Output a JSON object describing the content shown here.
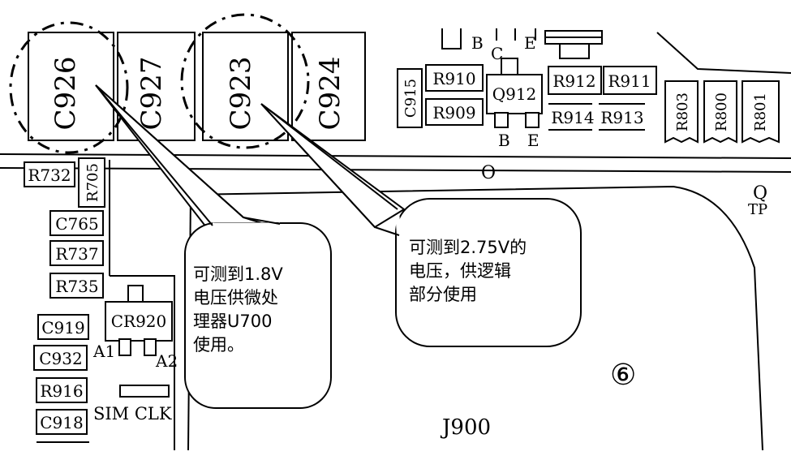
{
  "capacitors_large": [
    "C926",
    "C927",
    "C923",
    "C924"
  ],
  "left_column": {
    "r732": "R732",
    "r705": "R705",
    "c765": "C765",
    "r737": "R737",
    "r735": "R735",
    "c919": "C919",
    "c932": "C932",
    "r916": "R916",
    "c918": "C918"
  },
  "diode": {
    "name": "CR920",
    "pin_a1": "A1",
    "pin_a2": "A2"
  },
  "sim_clk": "SIM CLK",
  "top_row": {
    "c915": "C915",
    "r910": "R910",
    "r909": "R909",
    "q912": "Q912",
    "r912": "R912",
    "r911": "R911",
    "r914": "R914",
    "r913": "R913",
    "r803": "R803",
    "r800": "R800",
    "r801": "R801",
    "pin_b_top": "B",
    "pin_c_top": "C",
    "pin_e_top": "E",
    "pin_b_bottom": "B",
    "pin_e_bottom": "E"
  },
  "markers": {
    "o": "O",
    "q": "Q",
    "tp": "TP"
  },
  "connector": "J900",
  "circle_number": "⑥",
  "callout_1": [
    "可测到1.8V",
    "电压供微处",
    "理器U700",
    "使用。"
  ],
  "callout_2": [
    "可测到2.75V的",
    "电压，供逻辑",
    "部分使用"
  ]
}
